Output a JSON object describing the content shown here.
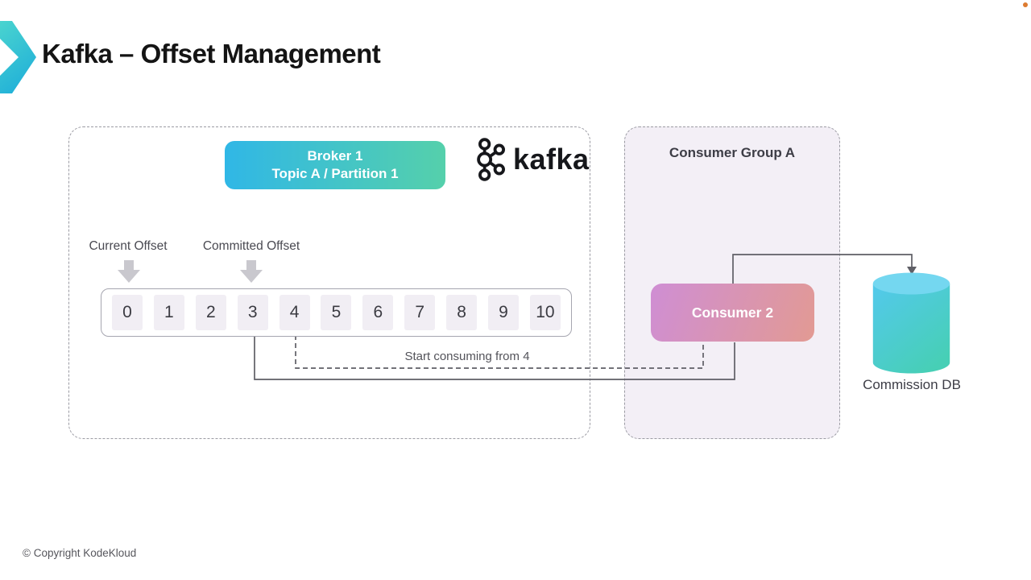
{
  "page": {
    "title": "Kafka – Offset Management",
    "copyright": "© Copyright KodeKloud"
  },
  "broker": {
    "line1": "Broker 1",
    "line2": "Topic A / Partition 1"
  },
  "kafka_logo": {
    "wordmark": "kafka"
  },
  "offsets": {
    "current_label": "Current Offset",
    "committed_label": "Committed Offset",
    "cells": [
      "0",
      "1",
      "2",
      "3",
      "4",
      "5",
      "6",
      "7",
      "8",
      "9",
      "10"
    ]
  },
  "consumer_group": {
    "title": "Consumer Group A",
    "consumer_label": "Consumer 2"
  },
  "database": {
    "label": "Commission DB"
  },
  "annotation": {
    "start_consuming": "Start consuming from 4"
  },
  "colors": {
    "broker-from": "#30b7e6",
    "broker-to": "#55d0ab",
    "consumer-from": "#cf8ed4",
    "consumer-to": "#e29a93",
    "group-bg": "#f3eff6",
    "cell-bg": "#f1eef4",
    "line": "#5f5f66",
    "orange-dot": "#dd7b30",
    "chevron-from": "#4ad4cf",
    "chevron-to": "#23b2d8",
    "db-top": "#74d7f0",
    "db-from": "#53c9ec",
    "db-to": "#47cfb6"
  }
}
